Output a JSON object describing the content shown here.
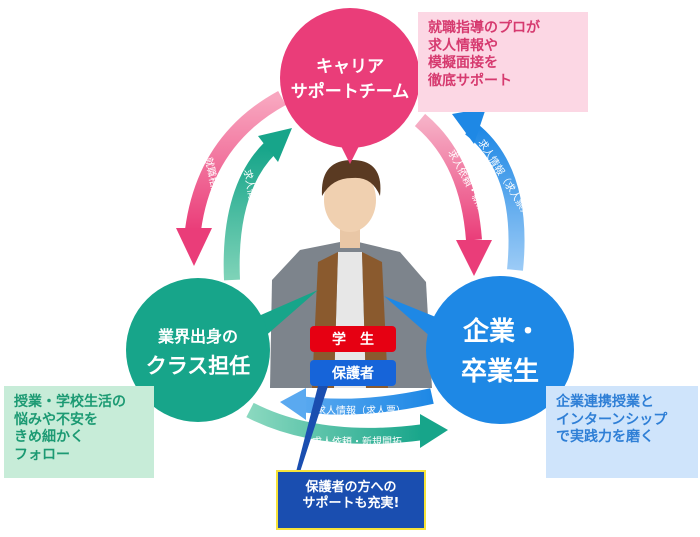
{
  "nodes": {
    "top": {
      "line1": "キャリア",
      "line2": "サポートチーム",
      "color": "#ea3d79"
    },
    "left": {
      "line1": "業界出身の",
      "line2": "クラス担任",
      "color": "#17a58a"
    },
    "right": {
      "line1": "企業・",
      "line2": "卒業生",
      "color": "#1e88e5"
    }
  },
  "notes": {
    "top": "就職指導のプロが\n求人情報や\n模擬面接を\n徹底サポート",
    "left": "授業・学校生活の\n悩みや不安を\nきめ細かく\nフォロー",
    "right": "企業連携授業と\nインターンシップ\nで実践力を磨く",
    "bottom": "保護者の方への\nサポートも充実!"
  },
  "tags": {
    "student": "学生",
    "parent": "保護者"
  },
  "arrows": {
    "top_to_left": "就職相談",
    "left_to_top": "求人情報・学生活動情報",
    "top_to_right": "求人依頼・新規開拓",
    "right_to_top": "求人情報（求人票）",
    "right_to_left": "求人情報（求人票）",
    "left_to_right": "求人依頼・新規開拓"
  },
  "colors": {
    "pink": "#ea3d79",
    "pink_light": "#f58aa8",
    "teal": "#17a58a",
    "blue": "#1e88e5",
    "blue_light": "#5aa9f0"
  }
}
